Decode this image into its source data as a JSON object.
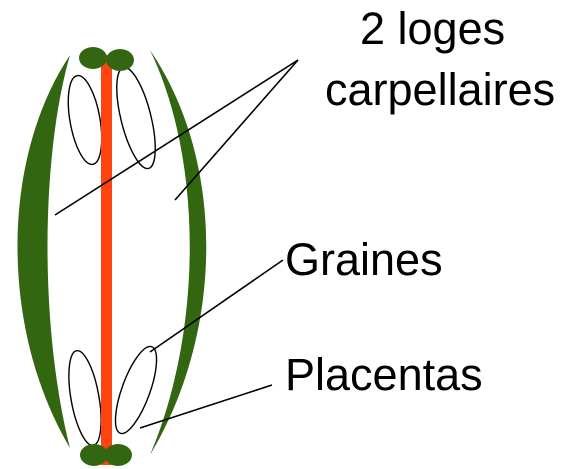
{
  "labels": {
    "loges_line1": "2 loges",
    "loges_line2": "carpellaires",
    "graines": "Graines",
    "placentas": "Placentas"
  },
  "colors": {
    "wall": "#336611",
    "placenta": "#336611",
    "septum": "#ff4411",
    "seed_outline": "#000000",
    "seed_fill": "#ffffff",
    "text": "#000000"
  }
}
